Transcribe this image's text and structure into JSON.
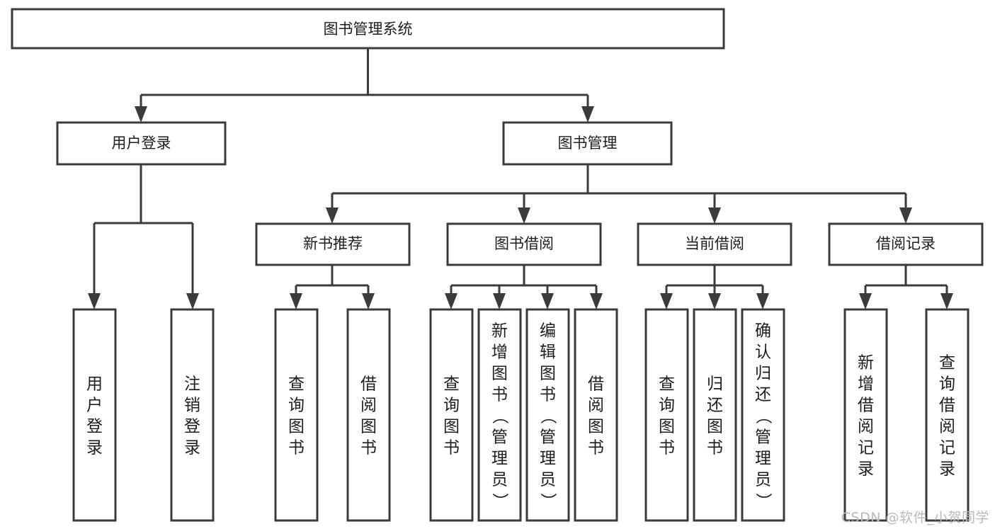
{
  "diagram": {
    "title": "图书管理系统",
    "type": "hierarchy-tree",
    "colors": {
      "box_stroke": "#3b3b3b",
      "box_fill": "#ffffff",
      "text": "#1d1d1d",
      "background": "#ffffff",
      "watermark": "#b9b9b9"
    },
    "root": {
      "label": "图书管理系统",
      "orientation": "horizontal"
    },
    "level2": [
      {
        "label": "用户登录",
        "orientation": "horizontal"
      },
      {
        "label": "图书管理",
        "orientation": "horizontal"
      }
    ],
    "level3": [
      {
        "label": "新书推荐",
        "orientation": "horizontal",
        "parent": "图书管理"
      },
      {
        "label": "图书借阅",
        "orientation": "horizontal",
        "parent": "图书管理"
      },
      {
        "label": "当前借阅",
        "orientation": "horizontal",
        "parent": "图书管理"
      },
      {
        "label": "借阅记录",
        "orientation": "horizontal",
        "parent": "图书管理"
      }
    ],
    "leaves": {
      "用户登录": [
        {
          "label": "用户登录",
          "chars": [
            "用",
            "户",
            "登",
            "录"
          ]
        },
        {
          "label": "注销登录",
          "chars": [
            "注",
            "销",
            "登",
            "录"
          ]
        }
      ],
      "新书推荐": [
        {
          "label": "查询图书",
          "chars": [
            "查",
            "询",
            "图",
            "书"
          ]
        },
        {
          "label": "借阅图书",
          "chars": [
            "借",
            "阅",
            "图",
            "书"
          ]
        }
      ],
      "图书借阅": [
        {
          "label": "查询图书",
          "chars": [
            "查",
            "询",
            "图",
            "书"
          ]
        },
        {
          "label": "新增图书（管理员）",
          "chars": [
            "新",
            "增",
            "图",
            "书",
            "（",
            "管",
            "理",
            "员",
            "）"
          ]
        },
        {
          "label": "编辑图书（管理员）",
          "chars": [
            "编",
            "辑",
            "图",
            "书",
            "（",
            "管",
            "理",
            "员",
            "）"
          ]
        },
        {
          "label": "借阅图书",
          "chars": [
            "借",
            "阅",
            "图",
            "书"
          ]
        }
      ],
      "当前借阅": [
        {
          "label": "查询图书",
          "chars": [
            "查",
            "询",
            "图",
            "书"
          ]
        },
        {
          "label": "归还图书",
          "chars": [
            "归",
            "还",
            "图",
            "书"
          ]
        },
        {
          "label": "确认归还（管理员）",
          "chars": [
            "确",
            "认",
            "归",
            "还",
            "（",
            "管",
            "理",
            "员",
            "）"
          ]
        }
      ],
      "借阅记录": [
        {
          "label": "新增借阅记录",
          "chars": [
            "新",
            "增",
            "借",
            "阅",
            "记",
            "录"
          ]
        },
        {
          "label": "查询借阅记录",
          "chars": [
            "查",
            "询",
            "借",
            "阅",
            "记",
            "录"
          ]
        }
      ]
    }
  },
  "watermark": {
    "text": "CSDN @软件_小贺同学"
  }
}
